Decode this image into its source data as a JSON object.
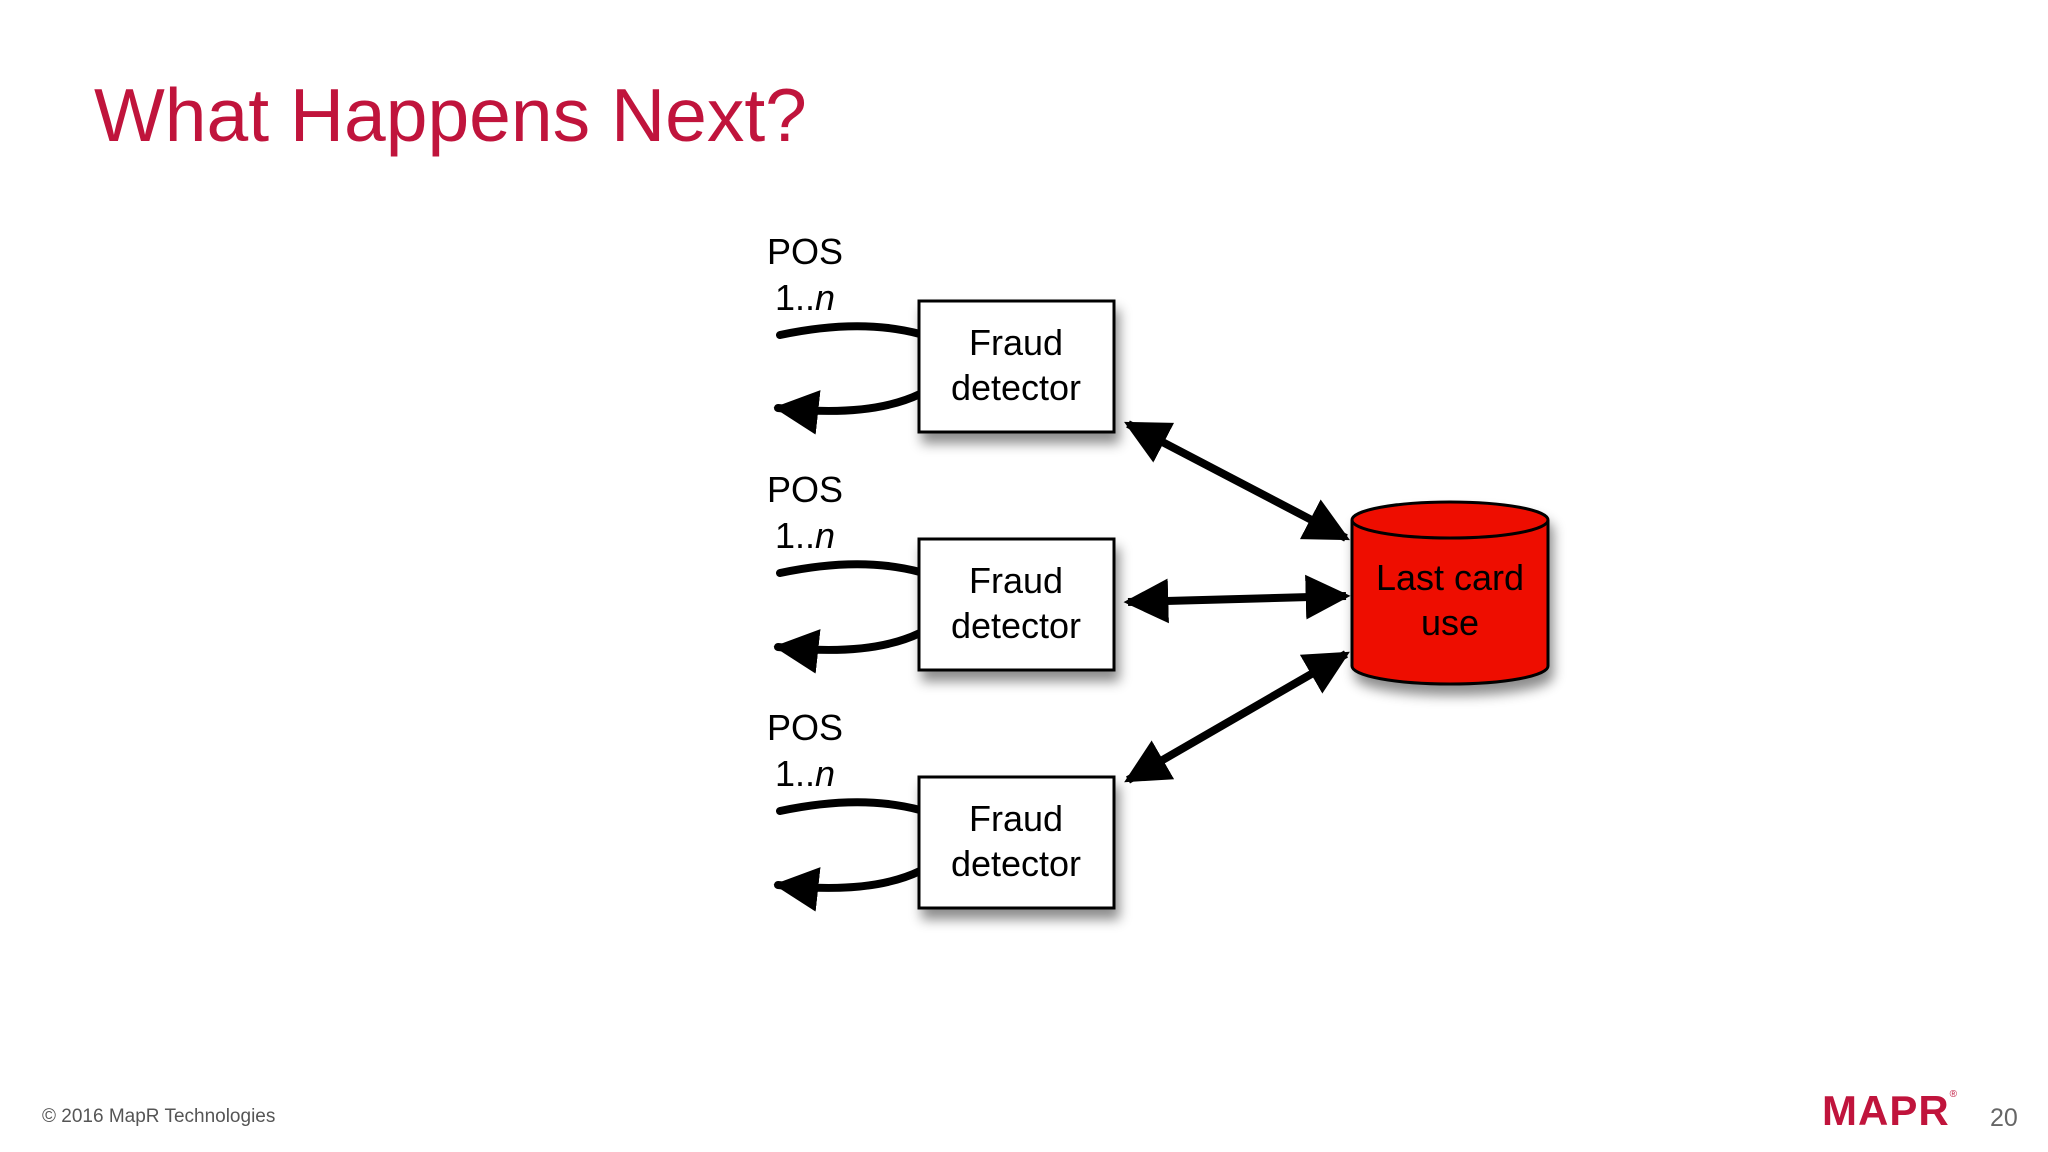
{
  "slide": {
    "title": "What Happens Next?",
    "footer": {
      "copyright": "© 2016 MapR Technologies",
      "logo_text": "MAPR",
      "page_number": "20"
    }
  },
  "diagram": {
    "pos_sources": [
      {
        "line1": "POS",
        "line2_prefix": "1..",
        "line2_var": "n"
      },
      {
        "line1": "POS",
        "line2_prefix": "1..",
        "line2_var": "n"
      },
      {
        "line1": "POS",
        "line2_prefix": "1..",
        "line2_var": "n"
      }
    ],
    "detectors": [
      {
        "line1": "Fraud",
        "line2": "detector"
      },
      {
        "line1": "Fraud",
        "line2": "detector"
      },
      {
        "line1": "Fraud",
        "line2": "detector"
      }
    ],
    "store": {
      "line1": "Last card",
      "line2": "use"
    }
  },
  "colors": {
    "title": "#c0143c",
    "store_fill": "#ee1100",
    "logo": "#c0143c",
    "stroke": "#000000"
  }
}
